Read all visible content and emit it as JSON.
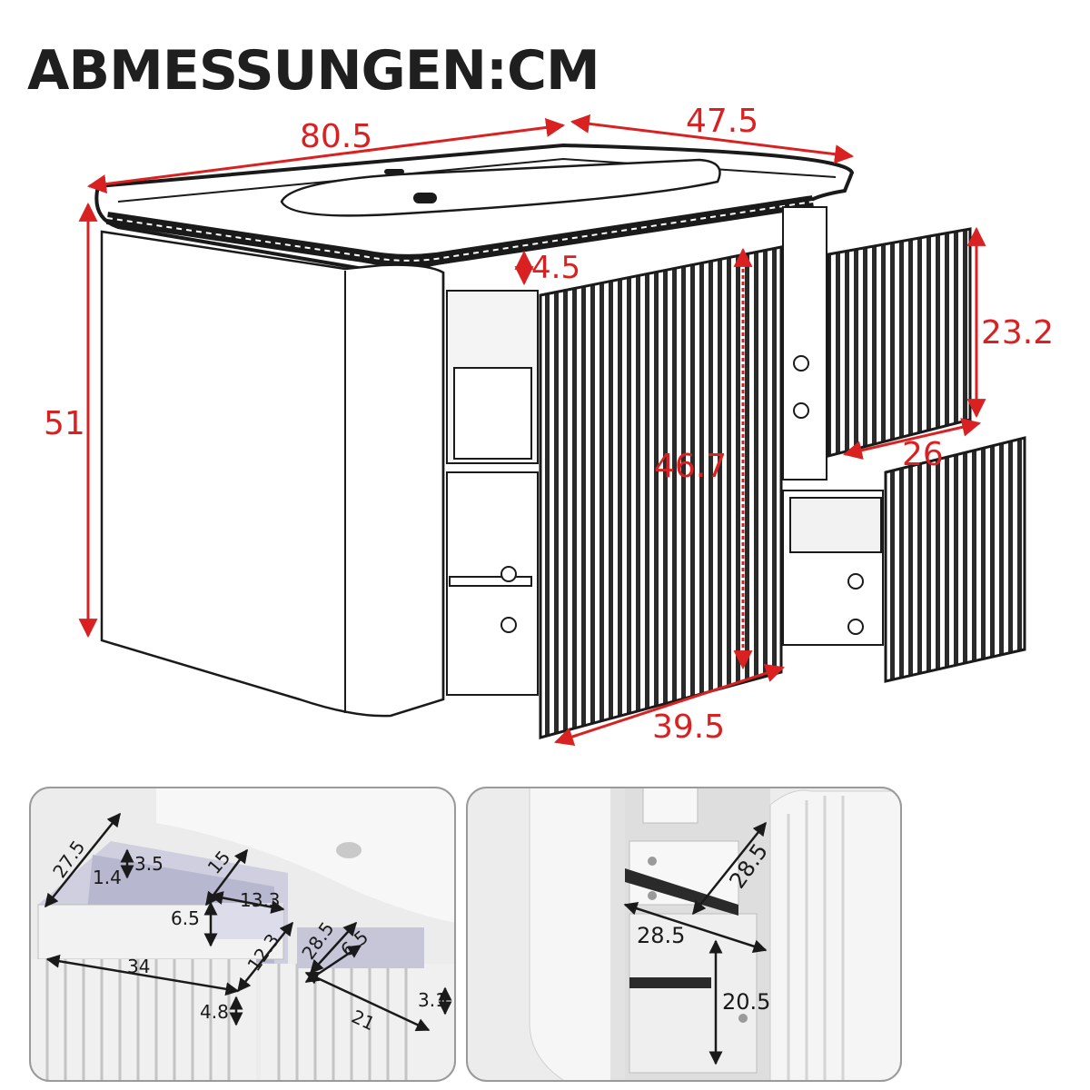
{
  "title": "ABMESSUNGEN:CM",
  "main_dims": {
    "width": "80.5",
    "depth": "47.5",
    "height": "51",
    "top_gap": "4.5",
    "door_height": "46.7",
    "door_width": "39.5",
    "drawer_height": "23.2",
    "drawer_width": "26"
  },
  "detail_left": {
    "d1": "27.5",
    "d2": "3.5",
    "d3": "1.4",
    "d4": "15",
    "d5": "13.3",
    "d6": "6.5",
    "d7": "12.3",
    "d8": "34",
    "d9": "28.5",
    "d10": "6.5",
    "d11": "4.8",
    "d12": "21",
    "d13": "3.1"
  },
  "detail_right": {
    "d1": "28.5",
    "d2": "28.5",
    "d3": "20.5"
  },
  "colors": {
    "dimension": "#d92121",
    "line": "#1a1a1a",
    "panel_border": "#9a9a9a"
  }
}
